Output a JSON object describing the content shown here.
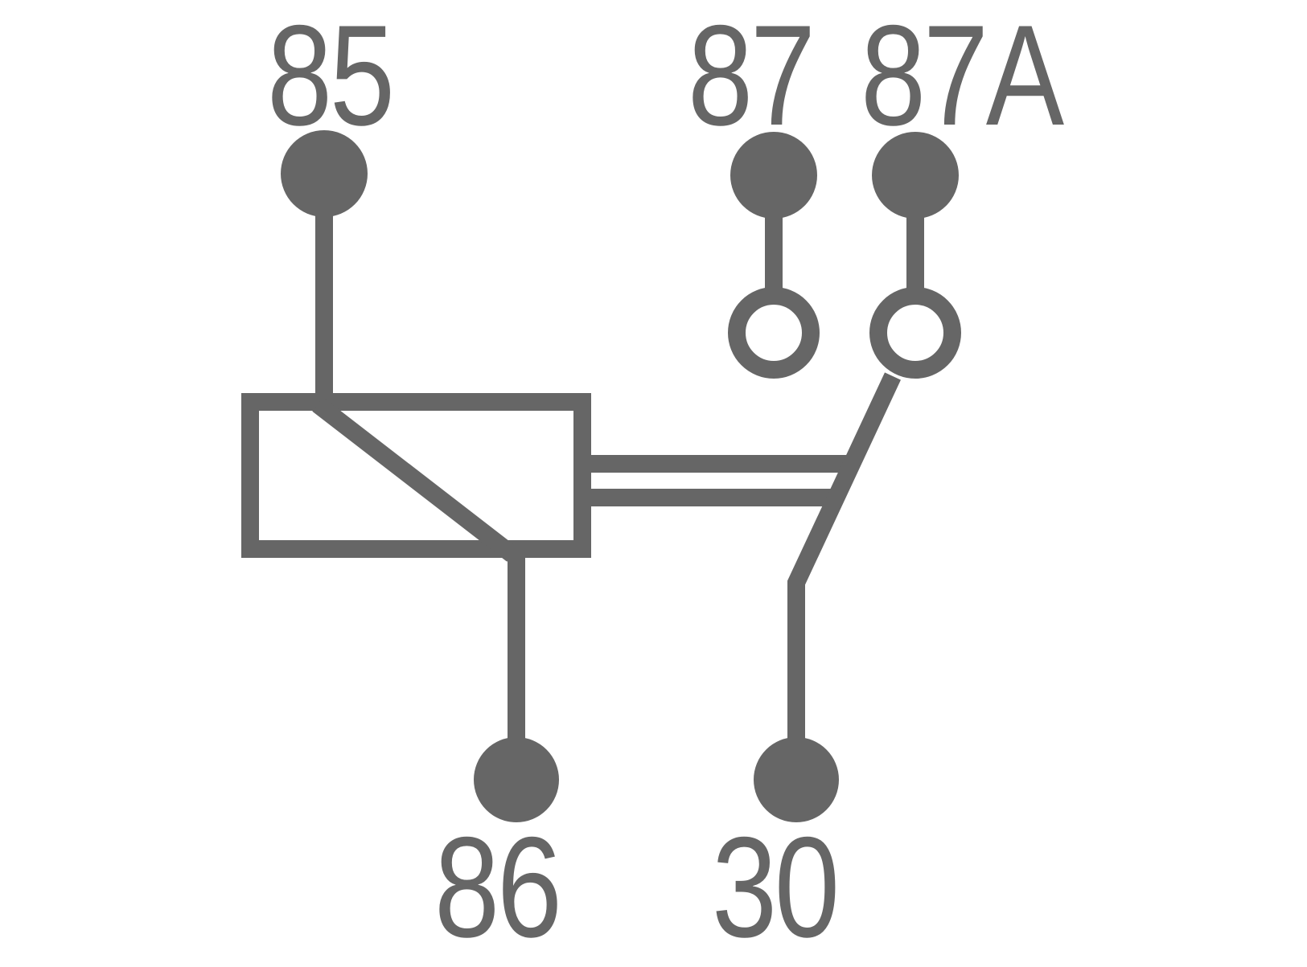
{
  "diagram": {
    "type": "relay-schematic",
    "description": "SPDT automotive relay pinout",
    "colors": {
      "stroke": "#666666",
      "background": "#ffffff"
    },
    "terminals": [
      {
        "id": "85",
        "label": "85",
        "role": "coil terminal",
        "style": "filled-dot",
        "position": "top-left"
      },
      {
        "id": "87",
        "label": "87",
        "role": "normally open contact",
        "style": "filled-dot",
        "position": "top-middle"
      },
      {
        "id": "87A",
        "label": "87A",
        "role": "normally closed contact",
        "style": "filled-dot",
        "position": "top-right"
      },
      {
        "id": "86",
        "label": "86",
        "role": "coil terminal",
        "style": "filled-dot",
        "position": "bottom-left"
      },
      {
        "id": "30",
        "label": "30",
        "role": "common",
        "style": "filled-dot",
        "position": "bottom-right"
      }
    ],
    "contacts": [
      {
        "id": "87-contact",
        "style": "open-circle"
      },
      {
        "id": "87A-contact",
        "style": "open-circle"
      }
    ],
    "coil": {
      "shape": "rectangle-with-diagonal"
    },
    "linkage": {
      "shape": "double-line"
    },
    "switch": {
      "state": "resting on 87A"
    }
  }
}
